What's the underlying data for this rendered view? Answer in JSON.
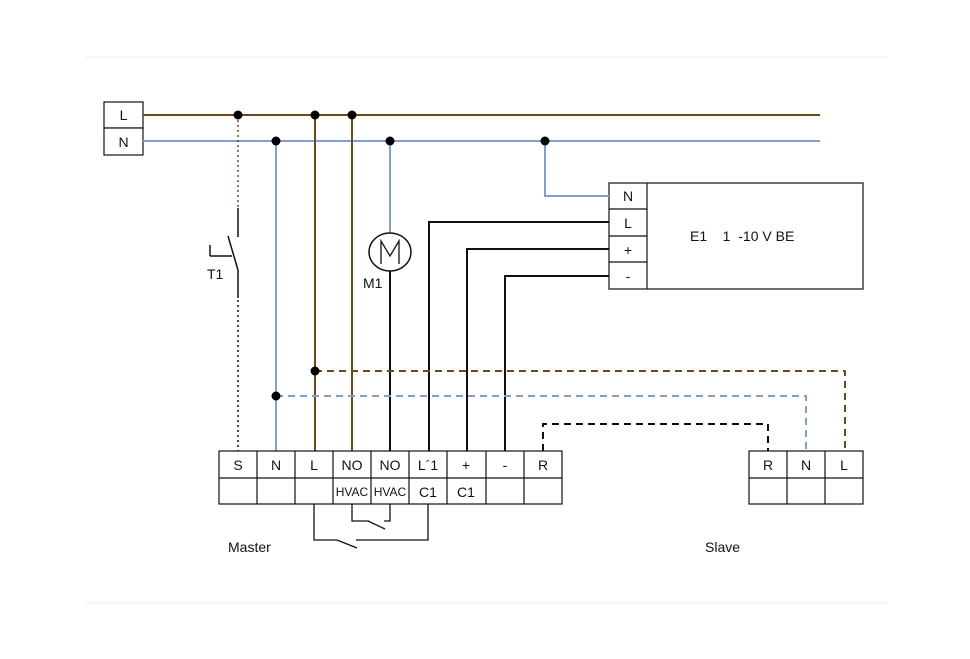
{
  "colors": {
    "live": "#6b4a1e",
    "neutral": "#7f9fd0",
    "signal": "#111111",
    "junction": "#000000"
  },
  "supply": {
    "live_label": "L",
    "neutral_label": "N"
  },
  "switch_t1": {
    "label": "T1"
  },
  "motor_m1": {
    "label": "M1"
  },
  "module_e1": {
    "title": "E1    1  -10 V BE",
    "terminals": [
      "N",
      "L",
      "+",
      "-"
    ]
  },
  "master": {
    "label": "Master",
    "terminals": [
      {
        "top": "S",
        "bottom": ""
      },
      {
        "top": "N",
        "bottom": ""
      },
      {
        "top": "L",
        "bottom": ""
      },
      {
        "top": "NO",
        "bottom": "HVAC"
      },
      {
        "top": "NO",
        "bottom": "HVAC"
      },
      {
        "top": "L´1",
        "bottom": "C1"
      },
      {
        "top": "+",
        "bottom": "C1"
      },
      {
        "top": "-",
        "bottom": ""
      },
      {
        "top": "R",
        "bottom": ""
      }
    ]
  },
  "slave": {
    "label": "Slave",
    "terminals": [
      "R",
      "N",
      "L"
    ]
  }
}
